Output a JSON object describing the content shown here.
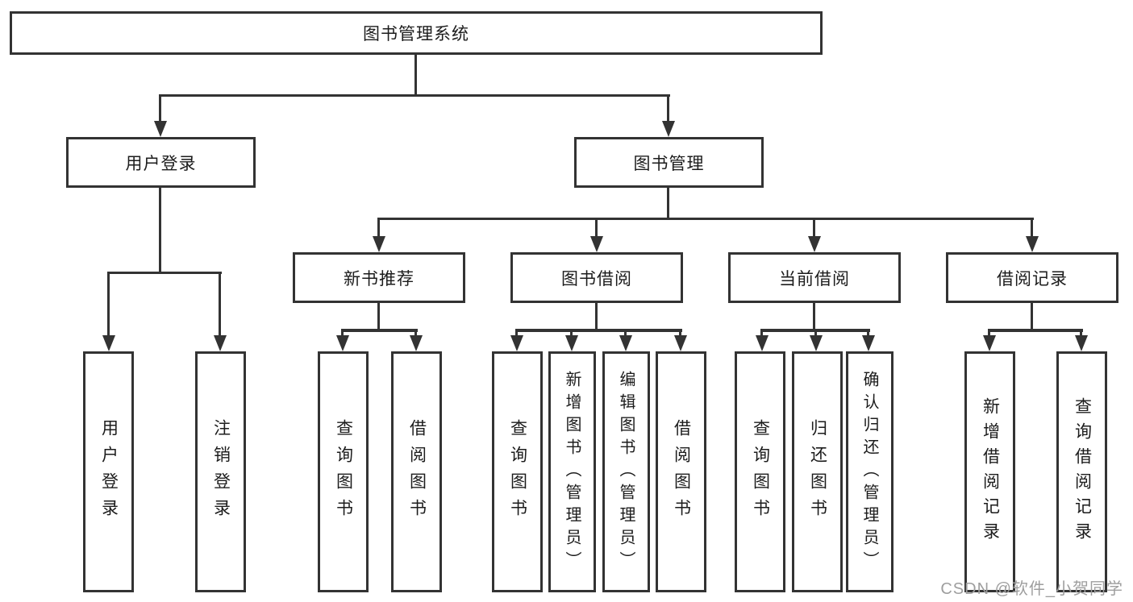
{
  "tree": {
    "label": "图书管理系统",
    "children": [
      {
        "label": "用户登录",
        "children": [
          {
            "label": "用户登录"
          },
          {
            "label": "注销登录"
          }
        ]
      },
      {
        "label": "图书管理",
        "children": [
          {
            "label": "新书推荐",
            "children": [
              {
                "label": "查询图书"
              },
              {
                "label": "借阅图书"
              }
            ]
          },
          {
            "label": "图书借阅",
            "children": [
              {
                "label": "查询图书"
              },
              {
                "label": "新增图书（管理员）"
              },
              {
                "label": "编辑图书（管理员）"
              },
              {
                "label": "借阅图书"
              }
            ]
          },
          {
            "label": "当前借阅",
            "children": [
              {
                "label": "查询图书"
              },
              {
                "label": "归还图书"
              },
              {
                "label": "确认归还（管理员）"
              }
            ]
          },
          {
            "label": "借阅记录",
            "children": [
              {
                "label": "新增借阅记录"
              },
              {
                "label": "查询借阅记录"
              }
            ]
          }
        ]
      }
    ]
  },
  "watermark": {
    "text": "CSDN @软件_小贺同学"
  },
  "colors": {
    "line": "#333333",
    "text": "#1c1c1c",
    "watermark": "#9e9e9e",
    "background": "#ffffff"
  }
}
